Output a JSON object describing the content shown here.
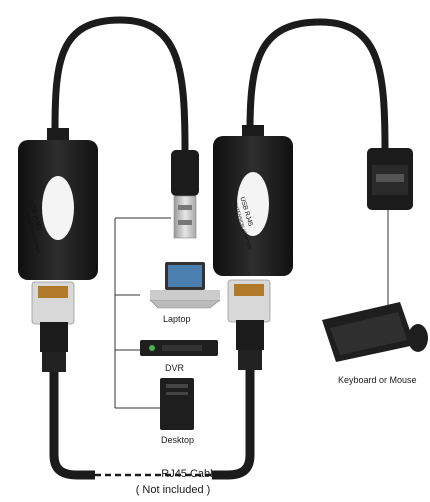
{
  "labels": {
    "laptop": "Laptop",
    "dvr": "DVR",
    "desktop": "Desktop",
    "keyboard_mouse": "Keyboard or Mouse",
    "cable": "RJ45 Cable",
    "not_included": "( Not included )"
  },
  "dongle": {
    "text_line1": "USB  RJ45",
    "text_line2": "EXTENSION ADAPTER"
  },
  "colors": {
    "cable": "#1b1b1b",
    "device_body": "#1e1e1e",
    "connector_metal": "#c9c9c9",
    "rj45_jack": "#d8d8d8",
    "leader_line": "#333333"
  }
}
